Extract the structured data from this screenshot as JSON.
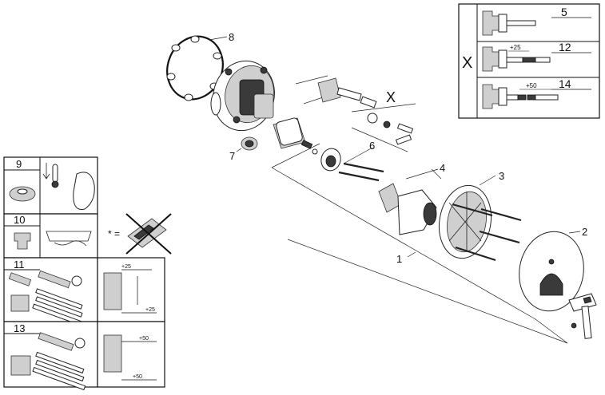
{
  "callouts": {
    "p1": "1",
    "p2": "2",
    "p3": "3",
    "p4": "4",
    "p5": "5",
    "p6": "6",
    "p7": "7",
    "p8": "8",
    "p9": "9",
    "p10": "10",
    "p11": "11",
    "p12": "12",
    "p13": "13",
    "p14": "14"
  },
  "extension_panel": {
    "marker": "X",
    "dim_12": "+25",
    "dim_14": "+50"
  },
  "explode_marker": "X",
  "left_panel": {
    "note_symbol": "* =",
    "dim_11_top": "+25",
    "dim_11_bottom": "+25",
    "dim_13_top": "+50",
    "dim_13_bottom": "+50"
  }
}
